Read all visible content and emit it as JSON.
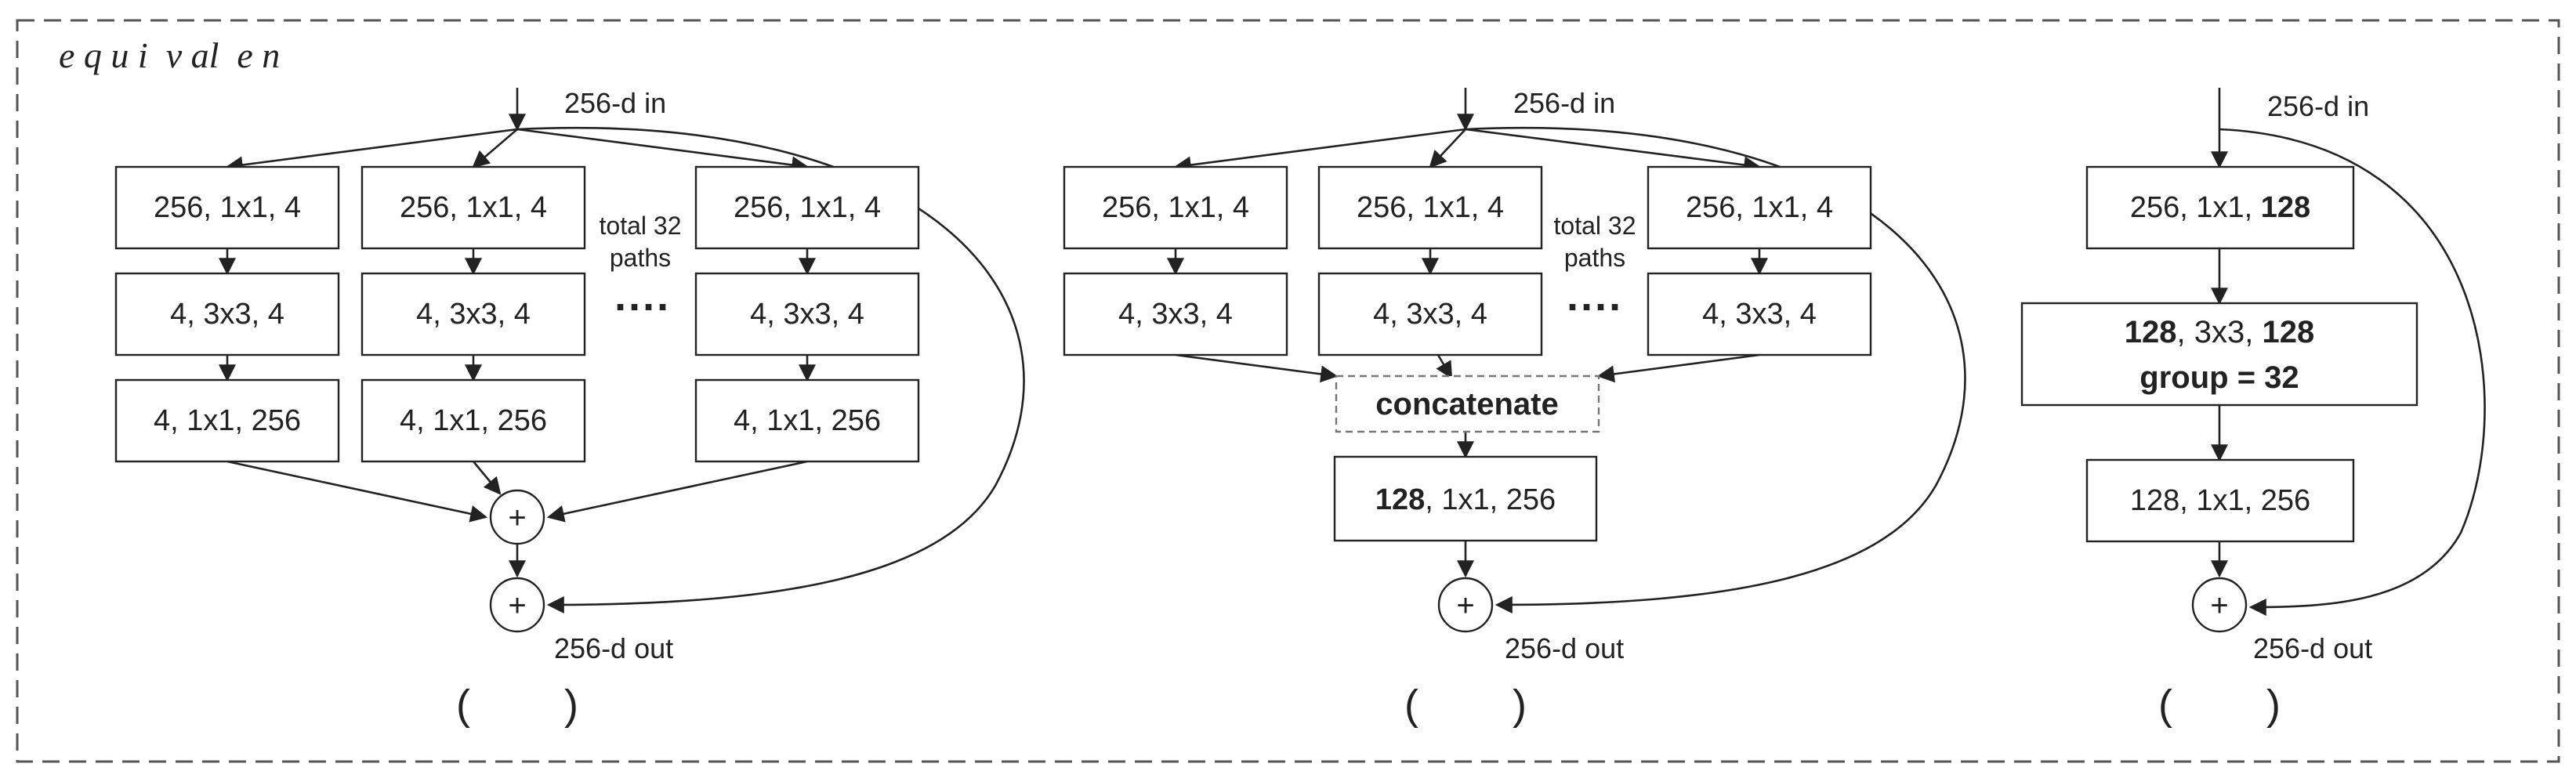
{
  "title": "e q u i  v al  e n",
  "colors": {
    "stroke": "#222222",
    "frame": "#555555",
    "fill": "#ffffff"
  },
  "panel_a": {
    "input_label": "256-d in",
    "output_label": "256-d out",
    "path_left": [
      "256, 1x1, 4",
      "4, 3x3, 4",
      "4, 1x1, 256"
    ],
    "path_mid": [
      "256, 1x1, 4",
      "4, 3x3, 4",
      "4, 1x1, 256"
    ],
    "path_right": [
      "256, 1x1, 4",
      "4, 3x3, 4",
      "4, 1x1, 256"
    ],
    "paths_note_1": "total 32",
    "paths_note_2": "paths",
    "ellipsis": "····",
    "sum_symbol": "+",
    "caption": "(        )"
  },
  "panel_b": {
    "input_label": "256-d in",
    "output_label": "256-d out",
    "path_left": [
      "256, 1x1, 4",
      "4, 3x3, 4"
    ],
    "path_mid": [
      "256, 1x1, 4",
      "4, 3x3, 4"
    ],
    "path_right": [
      "256, 1x1, 4",
      "4, 3x3, 4"
    ],
    "paths_note_1": "total 32",
    "paths_note_2": "paths",
    "ellipsis": "····",
    "concat_label": "concatenate",
    "final_bold": "128",
    "final_rest": ", 1x1, 256",
    "sum_symbol": "+",
    "caption": "(        )"
  },
  "panel_c": {
    "input_label": "256-d in",
    "output_label": "256-d out",
    "box1_rest": "256, 1x1, ",
    "box1_bold": "128",
    "box2_bold_a": "128",
    "box2_mid": ", 3x3, ",
    "box2_bold_b": "128",
    "box2_line2": "group = 32",
    "box3": "128, 1x1, 256",
    "sum_symbol": "+",
    "caption": "(        )"
  }
}
